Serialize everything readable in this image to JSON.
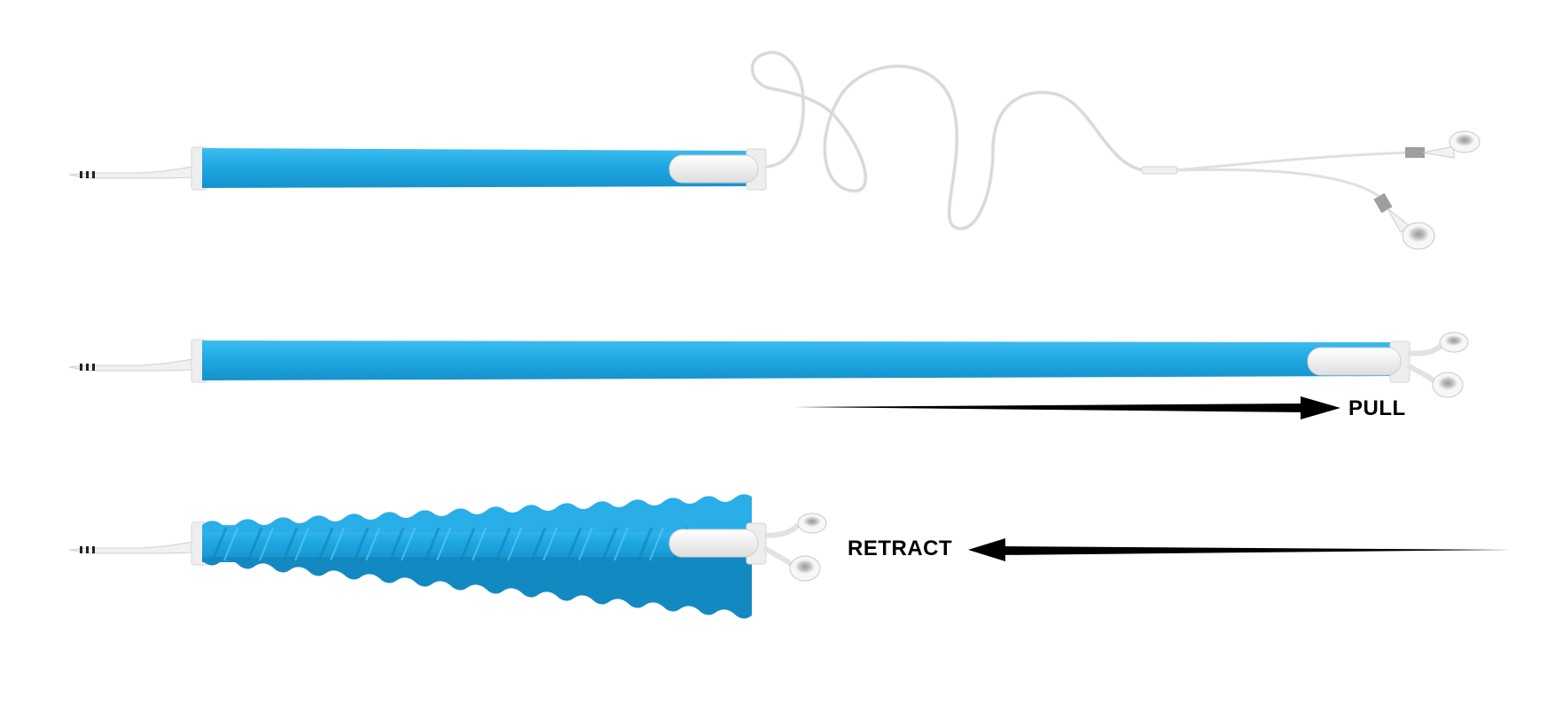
{
  "labels": {
    "pull": "PULL",
    "retract": "RETRACT"
  },
  "colors": {
    "tube_blue": "#1fa8e3",
    "tube_blue_dark": "#1495cf",
    "tube_blue_light": "#3dbdf0",
    "cap_white": "#f3f3f3",
    "cable": "#e6e6e6",
    "arrow": "#000000"
  },
  "states": [
    {
      "name": "extended-with-cable-out",
      "description_shown": ""
    },
    {
      "name": "pulled-long"
    },
    {
      "name": "retracted-coiled"
    }
  ]
}
